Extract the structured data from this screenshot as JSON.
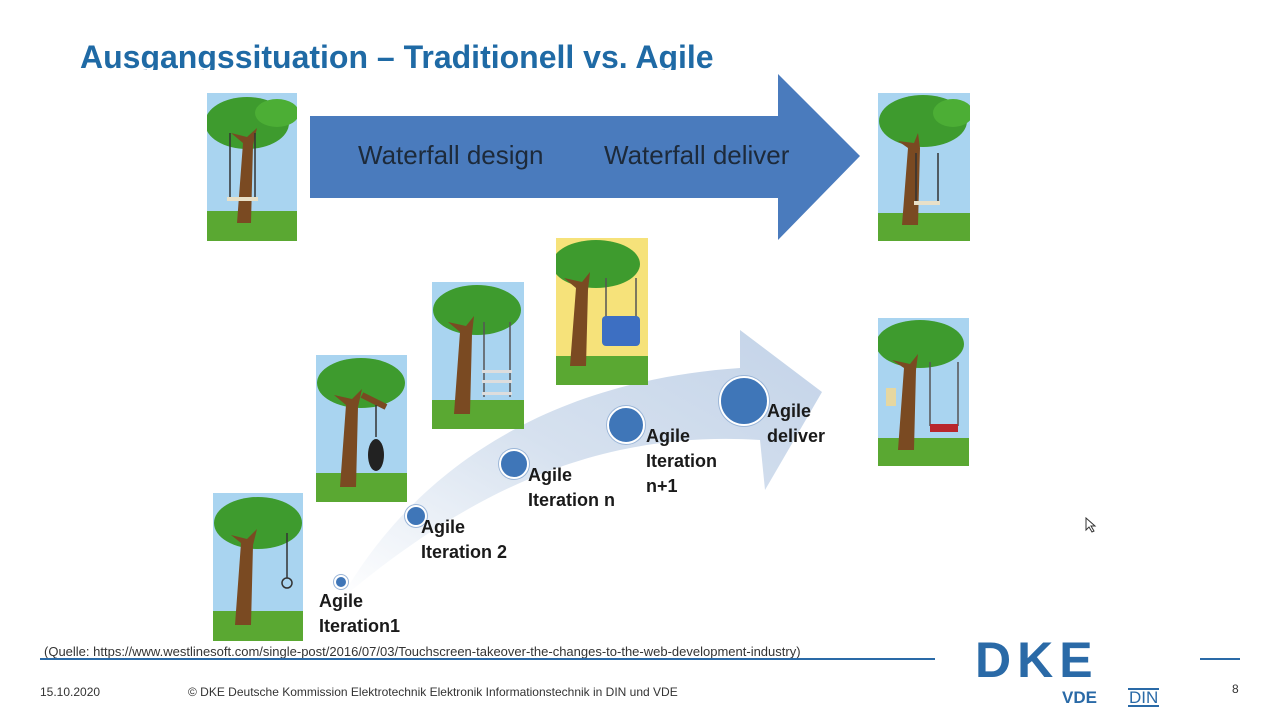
{
  "title": "Ausgangssituation – Traditionell vs. Agile",
  "waterfall": {
    "design_label": "Waterfall design",
    "deliver_label": "Waterfall deliver"
  },
  "agile": {
    "stages": [
      {
        "line1": "Agile",
        "line2": "Iteration1",
        "line3": ""
      },
      {
        "line1": "Agile",
        "line2": "Iteration 2",
        "line3": ""
      },
      {
        "line1": "Agile",
        "line2": "Iteration n",
        "line3": ""
      },
      {
        "line1": "Agile",
        "line2": "Iteration",
        "line3": "n+1"
      },
      {
        "line1": "Agile",
        "line2": "deliver",
        "line3": ""
      }
    ]
  },
  "source": "(Quelle: https://www.westlinesoft.com/single-post/2016/07/03/Touchscreen-takeover-the-changes-to-the-web-development-industry)",
  "footer": {
    "date": "15.10.2020",
    "copyright": "© DKE  Deutsche Kommission Elektrotechnik Elektronik Informationstechnik in DIN und VDE",
    "page": "8"
  },
  "logo": {
    "main": "DKE",
    "vde": "VDE",
    "din": "DIN"
  },
  "colors": {
    "title": "#1f6aa5",
    "arrow": "#4a7bbd",
    "dot": "#3f76b8",
    "sky": "#a9d4f0",
    "grass": "#5aa832",
    "trunk": "#7a4a22",
    "leaves": "#3e9b2e"
  },
  "icons": [
    "tree-swing-icon",
    "tree-tire-swing-icon",
    "tree-rope-icon",
    "tree-chair-icon",
    "mouse-cursor-icon"
  ]
}
